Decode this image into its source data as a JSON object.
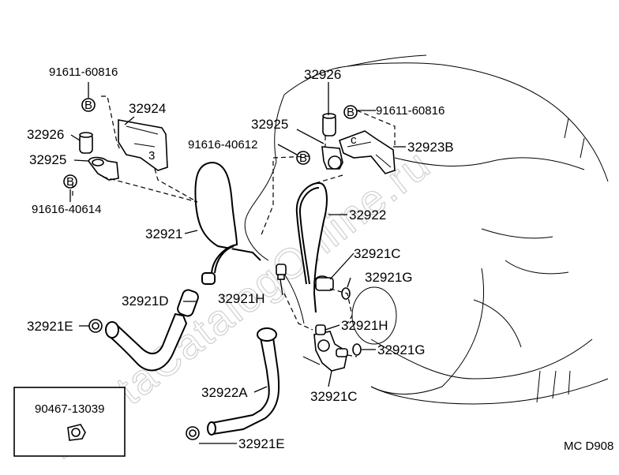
{
  "watermark": "ToyotaCatalogOnline.ru",
  "diagram_code": "MC D908",
  "bolt_symbol": "B",
  "labels": {
    "p91611_left": "91611-60816",
    "p32924": "32924",
    "p32926_left": "32926",
    "p32925_left": "32925",
    "p91616_40614": "91616-40614",
    "p32921": "32921",
    "p32921D": "32921D",
    "p32921E_left": "32921E",
    "p32926_top": "32926",
    "p91611_right": "91611-60816",
    "p32925_mid": "32925",
    "p91616_40612": "91616-40612",
    "p32923B": "32923B",
    "p32922": "32922",
    "p32921C_top": "32921C",
    "p32921G_top": "32921G",
    "p32921H_left": "32921H",
    "p32921H_right": "32921H",
    "p32921G_bottom": "32921G",
    "p32921C_bottom": "32921C",
    "p32922A": "32922A",
    "p32921E_bottom": "32921E"
  },
  "inset": {
    "part_number": "90467-13039"
  }
}
